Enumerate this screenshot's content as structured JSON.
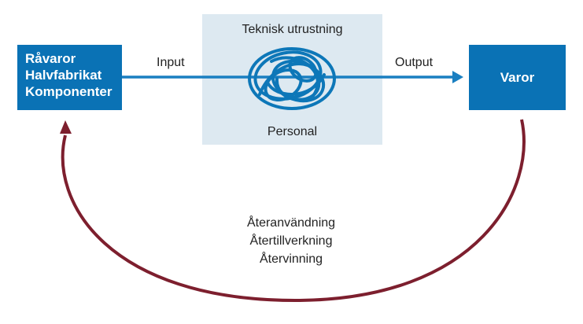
{
  "nodes": {
    "inputs": [
      "Råvaror",
      "Halvfabrikat",
      "Komponenter"
    ],
    "output": "Varor"
  },
  "process": {
    "title": "Teknisk utrustning",
    "footer": "Personal"
  },
  "edges": {
    "input_label": "Input",
    "output_label": "Output"
  },
  "feedback": {
    "lines": [
      "Återanvändning",
      "Återtillverkning",
      "Återvinning"
    ]
  },
  "colors": {
    "box_blue": "#0a72b5",
    "panel_bg": "#dde9f1",
    "arrow_blue": "#1a7fc1",
    "loop_red": "#7d1f2e",
    "tangle_blue": "#0d77b8"
  }
}
